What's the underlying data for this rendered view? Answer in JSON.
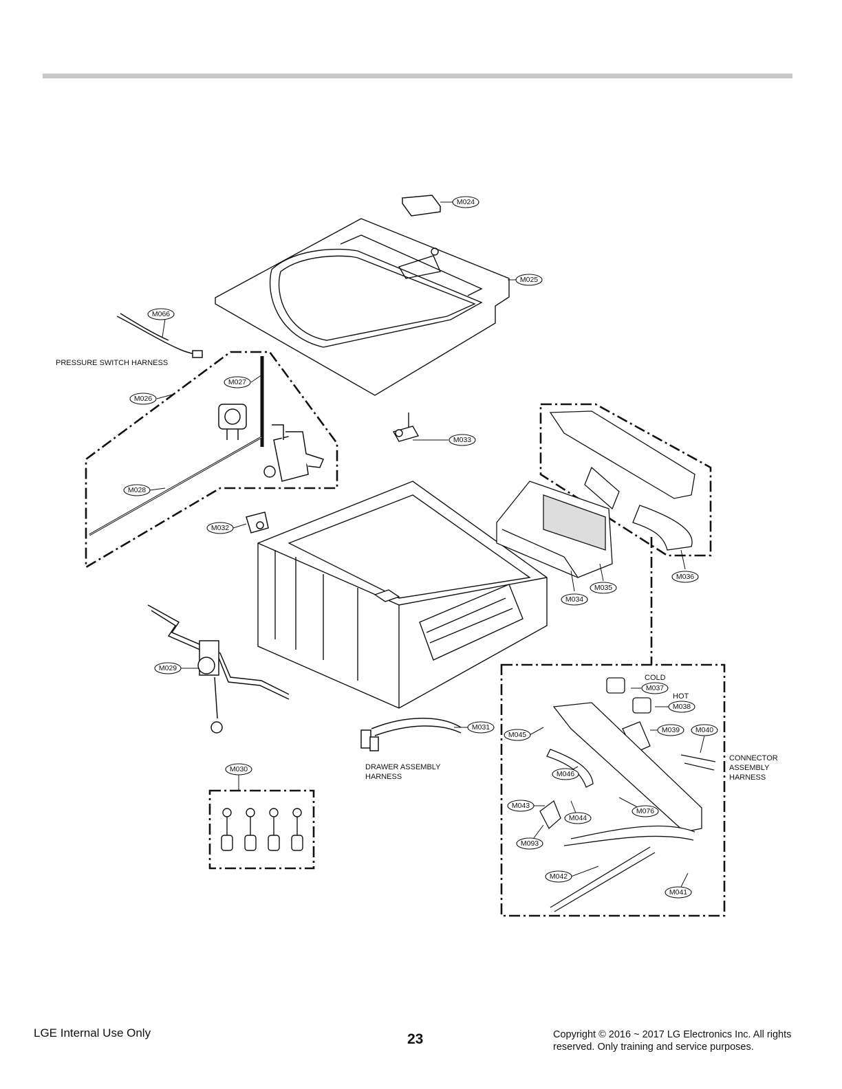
{
  "parts": {
    "M024": "M024",
    "M025": "M025",
    "M066": "M066",
    "M026": "M026",
    "M027": "M027",
    "M028": "M028",
    "M032": "M032",
    "M033": "M033",
    "M034": "M034",
    "M035": "M035",
    "M036": "M036",
    "M029": "M029",
    "M030": "M030",
    "M031": "M031",
    "M037": "M037",
    "M038": "M038",
    "M039": "M039",
    "M040": "M040",
    "M045": "M045",
    "M046": "M046",
    "M043": "M043",
    "M044": "M044",
    "M076": "M076",
    "M093": "M093",
    "M042": "M042",
    "M041": "M041"
  },
  "labels": {
    "pressure_switch_harness": "PRESSURE SWITCH HARNESS",
    "drawer_assembly_harness_1": "DRAWER ASSEMBLY",
    "drawer_assembly_harness_2": "HARNESS",
    "connector_1": "CONNECTOR",
    "connector_2": "ASSEMBLY",
    "connector_3": "HARNESS",
    "cold": "COLD",
    "hot": "HOT"
  },
  "footer": {
    "internal": "LGE Internal Use Only",
    "page": "23",
    "copyright": "Copyright © 2016 ~ 2017 LG Electronics Inc. All rights reserved. Only training and service purposes."
  }
}
